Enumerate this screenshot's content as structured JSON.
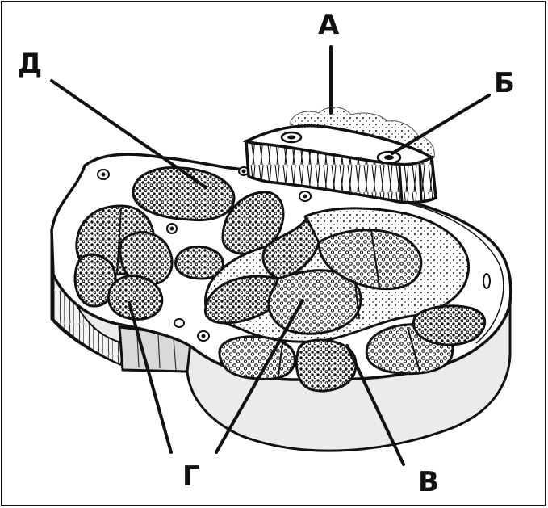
{
  "labels": {
    "a": "А",
    "b": "Б",
    "v": "В",
    "g": "Г",
    "d": "Д"
  },
  "colors": {
    "ink": "#111111",
    "paper": "#ffffff",
    "tissue": "#f2f2f2",
    "side": "#e6e6e6"
  }
}
